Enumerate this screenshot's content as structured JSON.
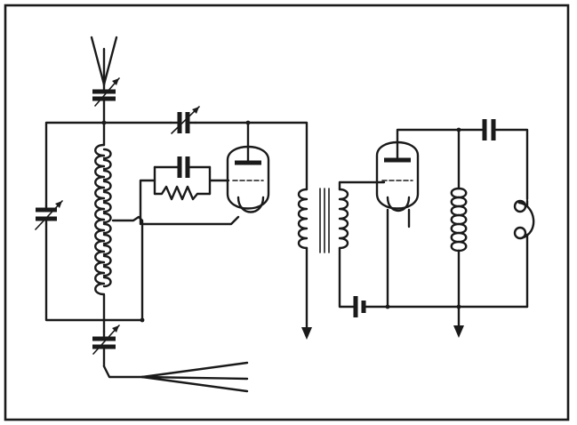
{
  "diagram": {
    "stroke_color": "#1a1a1a",
    "background": "#ffffff",
    "components": [
      {
        "id": "antenna",
        "kind": "antenna"
      },
      {
        "id": "c-antenna",
        "kind": "variable-capacitor"
      },
      {
        "id": "c-tank",
        "kind": "variable-capacitor"
      },
      {
        "id": "c-reaction",
        "kind": "variable-capacitor"
      },
      {
        "id": "l-main",
        "kind": "tapped-coil"
      },
      {
        "id": "grid-leak",
        "kind": "capacitor-resistor"
      },
      {
        "id": "tube-1",
        "kind": "triode"
      },
      {
        "id": "t-coupling",
        "kind": "transformer"
      },
      {
        "id": "tube-2",
        "kind": "triode"
      },
      {
        "id": "l-choke",
        "kind": "choke"
      },
      {
        "id": "c-output",
        "kind": "capacitor"
      },
      {
        "id": "headphones",
        "kind": "headphones"
      },
      {
        "id": "battery",
        "kind": "battery"
      },
      {
        "id": "c-earth",
        "kind": "variable-capacitor"
      },
      {
        "id": "earth",
        "kind": "ground"
      }
    ]
  }
}
